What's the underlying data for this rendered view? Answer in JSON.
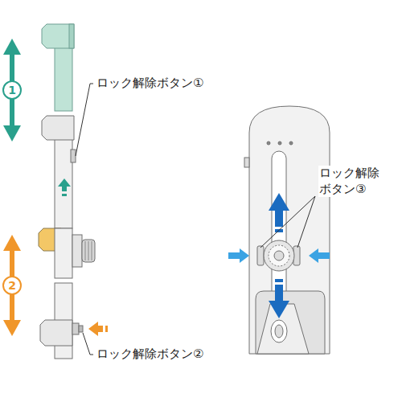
{
  "diagram": {
    "nodes": [
      {
        "text": [
          "1"
        ]
      },
      {
        "text": [
          "2"
        ]
      }
    ],
    "labels": [
      "ロック解除ボタン①",
      "ロック解除ボタン②",
      "ロック解除 ボタン③"
    ]
  }
}
